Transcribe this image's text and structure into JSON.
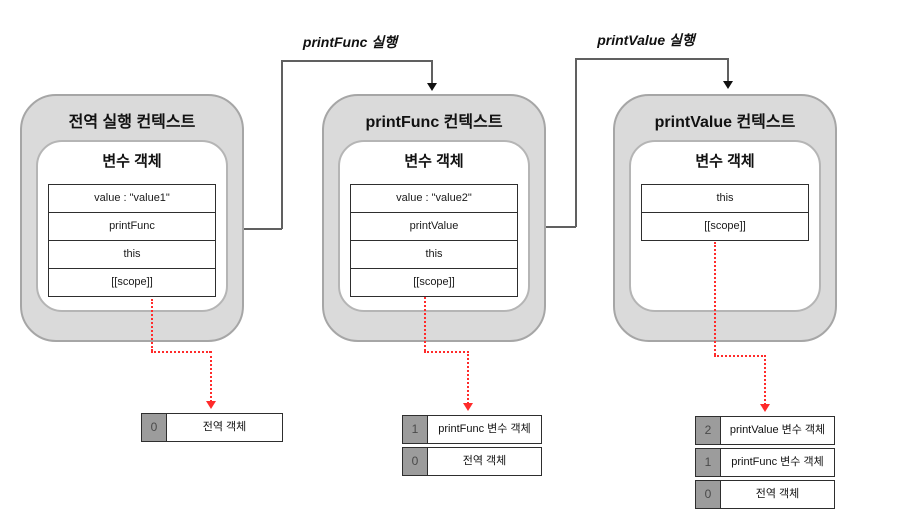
{
  "diagram_title": "JavaScript execution contexts and scope chain",
  "colors": {
    "context_fill": "#dadada",
    "context_border": "#a6a6a6",
    "inner_border": "#b5b5b5",
    "table_border": "#2e2e2e",
    "connector": "#606060",
    "scope_arrow_red": "#ff2b2b",
    "stack_index_fill": "#9c9c9c"
  },
  "call_labels": [
    {
      "text": "printFunc 실행"
    },
    {
      "text": "printValue 실행"
    }
  ],
  "contexts": [
    {
      "title": "전역 실행 컨텍스트",
      "inner_title": "변수 객체",
      "rows": [
        "value : \"value1\"",
        "printFunc",
        "this",
        "[[scope]]"
      ]
    },
    {
      "title": "printFunc 컨텍스트",
      "inner_title": "변수 객체",
      "rows": [
        "value : \"value2\"",
        "printValue",
        "this",
        "[[scope]]"
      ]
    },
    {
      "title": "printValue 컨텍스트",
      "inner_title": "변수 객체",
      "rows": [
        "this",
        "[[scope]]"
      ]
    }
  ],
  "stacks": [
    {
      "rows": [
        {
          "index": "0",
          "label": "전역 객체"
        }
      ]
    },
    {
      "rows": [
        {
          "index": "1",
          "label": "printFunc 변수 객체"
        },
        {
          "index": "0",
          "label": "전역 객체"
        }
      ]
    },
    {
      "rows": [
        {
          "index": "2",
          "label": "printValue 변수 객체"
        },
        {
          "index": "1",
          "label": "printFunc 변수 객체"
        },
        {
          "index": "0",
          "label": "전역 객체"
        }
      ]
    }
  ]
}
